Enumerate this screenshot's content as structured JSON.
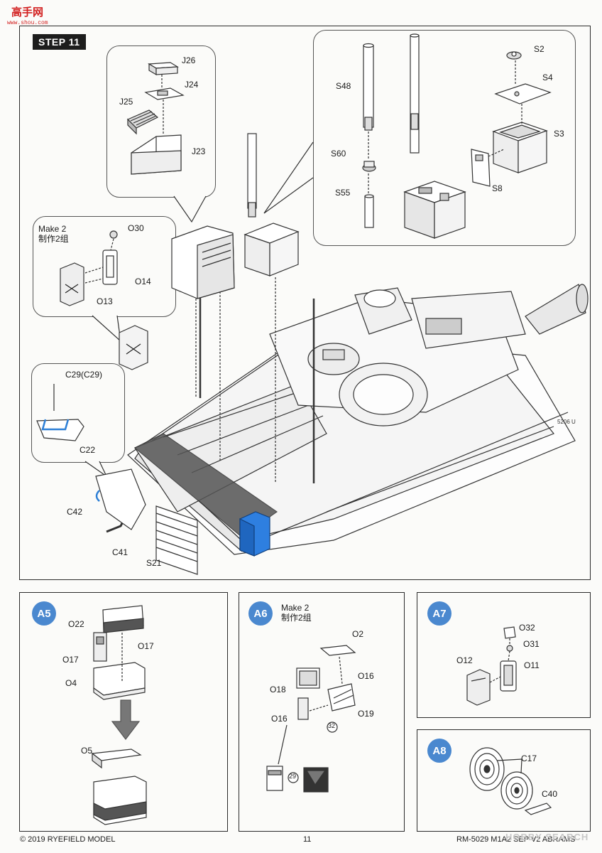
{
  "watermark": {
    "title": "高手网",
    "subtitle": "www.shou.com"
  },
  "step": {
    "label": "STEP 11"
  },
  "callouts": {
    "j_group": {
      "parts": [
        "J26",
        "J24",
        "J25",
        "J23"
      ]
    },
    "s_group": {
      "parts": [
        "S2",
        "S4",
        "S48",
        "S3",
        "S60",
        "S8",
        "S55"
      ]
    },
    "o_group": {
      "note_en": "Make 2",
      "note_zh": "制作2组",
      "parts": [
        "O30",
        "O14",
        "O13"
      ]
    },
    "c_group": {
      "parts": [
        "C29(C29)",
        "C22"
      ]
    }
  },
  "main_parts": {
    "C42": "C42",
    "C41": "C41",
    "S21": "S21"
  },
  "panels": {
    "a5": {
      "badge": "A5",
      "parts": [
        "O22",
        "O17",
        "O17",
        "O4",
        "O5"
      ]
    },
    "a6": {
      "badge": "A6",
      "note_en": "Make 2",
      "note_zh": "制作2组",
      "parts": [
        "O2",
        "O18",
        "O16",
        "O16",
        "O19"
      ],
      "circles": [
        "32",
        "29"
      ]
    },
    "a7": {
      "badge": "A7",
      "parts": [
        "O32",
        "O31",
        "O12",
        "O11"
      ]
    },
    "a8": {
      "badge": "A8",
      "parts": [
        "C17",
        "C40"
      ]
    }
  },
  "footer": {
    "copyright": "© 2019 RYEFIELD MODEL",
    "page": "11",
    "product": "RM-5029 M1A2 SEP V2 ABRAMS",
    "watermark": "HOBBY SEARCH"
  }
}
